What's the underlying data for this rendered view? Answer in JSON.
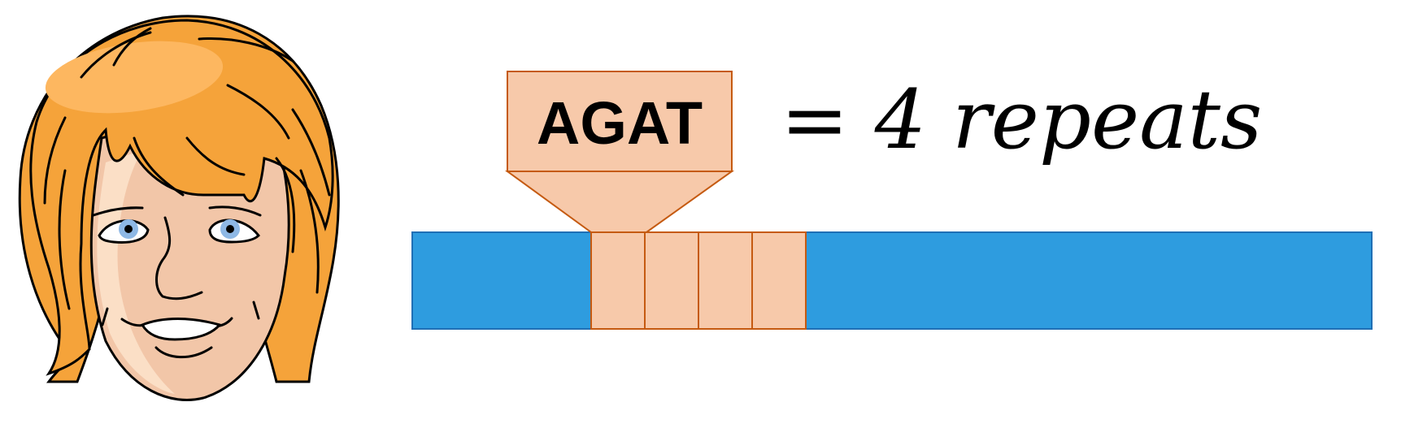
{
  "motif": {
    "label": "AGAT",
    "fill_color": "#F7C9AA",
    "border_color": "#C55A11"
  },
  "equation": {
    "text": "= 4 repeats"
  },
  "repeat_count": 4,
  "dna_strand": {
    "fill_color": "#2E9CDF",
    "border_color": "#1F6FB5"
  },
  "character": {
    "hair_color": "#F5A33A",
    "hair_highlight": "#FDB760",
    "skin_color": "#F2C6A8",
    "skin_highlight": "#FBDFC6",
    "eye_color": "#8EB8E5"
  }
}
